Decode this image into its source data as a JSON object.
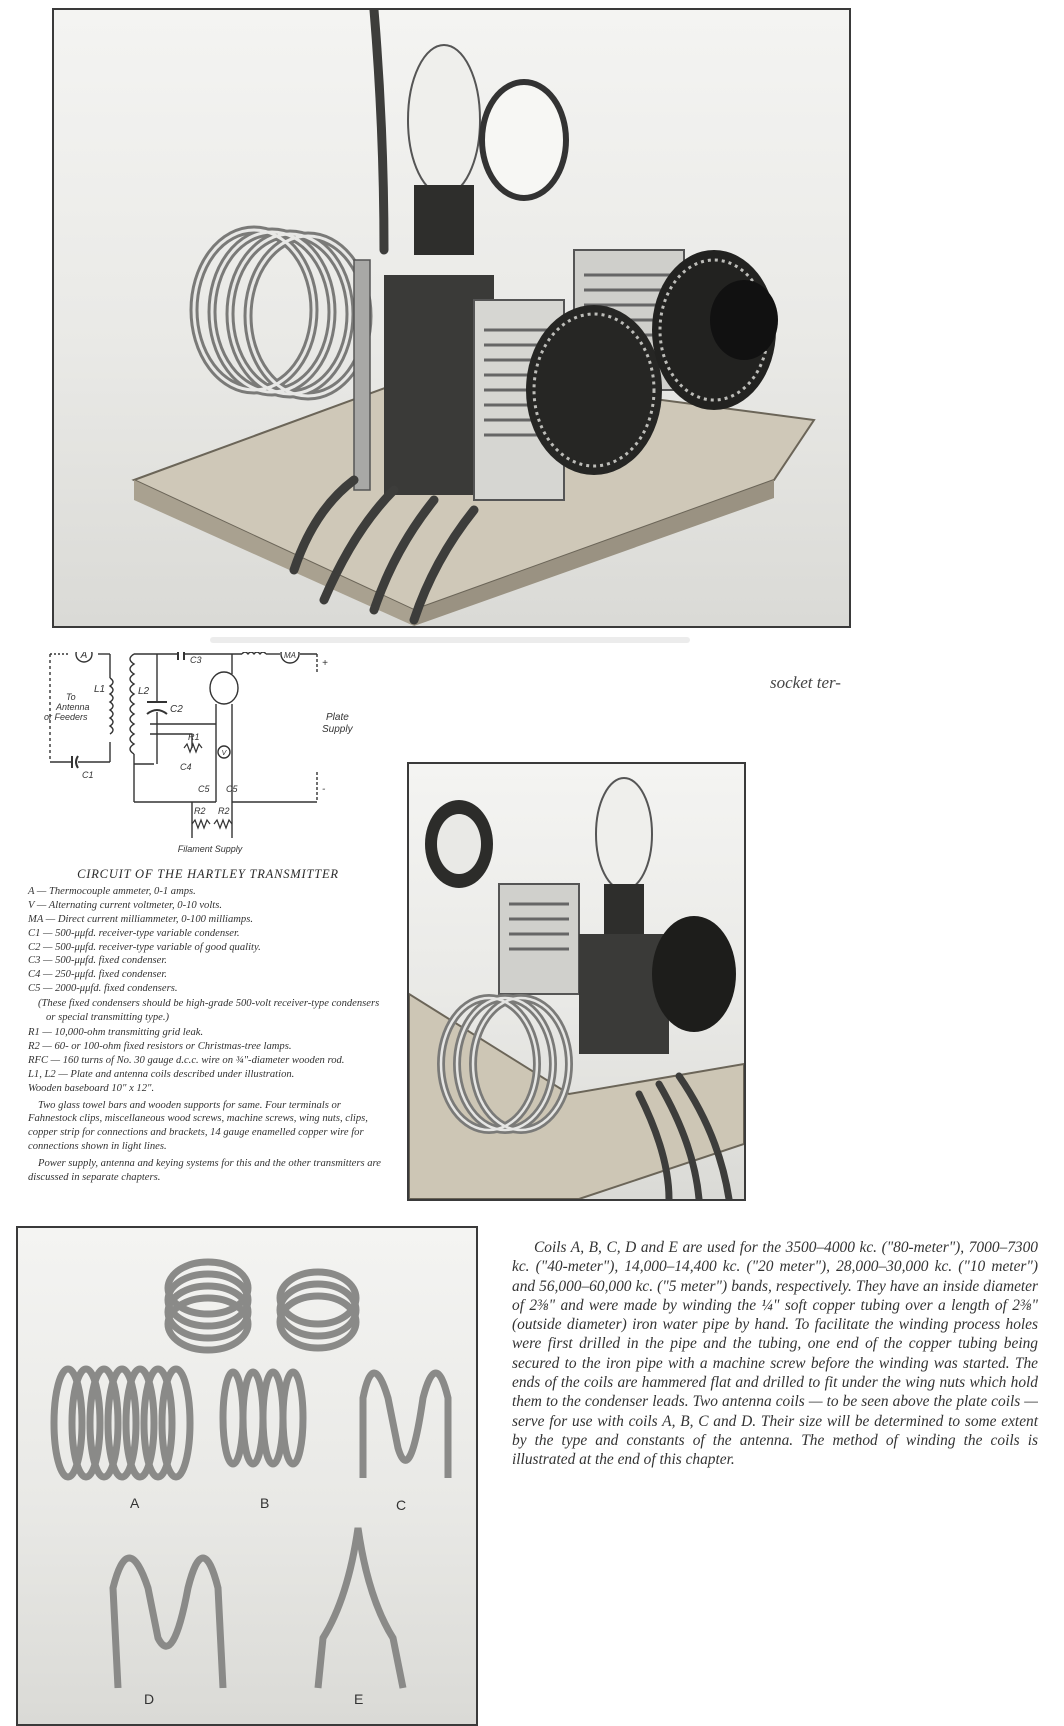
{
  "figures": {
    "top_photo": {
      "subject": "hartley-transmitter-photo"
    },
    "right_photo": {
      "subject": "transmitter-rear-view-photo"
    },
    "coils_photo": {
      "subject": "plate-coils-photo",
      "coil_labels": [
        "A",
        "B",
        "C",
        "D",
        "E"
      ]
    }
  },
  "fragment_text": "socket ter-",
  "schematic": {
    "labels": {
      "ammeter": "A",
      "milliammeter": "MA",
      "voltmeter": "V",
      "c3": "C3",
      "l1": "L1",
      "l2": "L2",
      "c2": "C2",
      "r1": "R1",
      "c4": "C4",
      "c5a": "C5",
      "c5b": "C5",
      "r2a": "R2",
      "r2b": "R2",
      "c1": "C1",
      "plus": "+",
      "minus": "-",
      "antenna_line1": "To",
      "antenna_line2": "Antenna",
      "antenna_line3": "or Feeders",
      "plate_line1": "Plate",
      "plate_line2": "Supply",
      "filament": "Filament Supply"
    }
  },
  "parts_list": {
    "title": "CIRCUIT OF THE HARTLEY TRANSMITTER",
    "items": [
      "A — Thermocouple ammeter, 0-1 amps.",
      "V — Alternating current voltmeter, 0-10 volts.",
      "MA — Direct current milliammeter, 0-100 milliamps.",
      "C1 — 500-μμfd. receiver-type variable condenser.",
      "C2 — 500-μμfd. receiver-type variable of good quality.",
      "C3 — 500-μμfd. fixed condenser.",
      "C4 — 250-μμfd. fixed condenser.",
      "C5 — 2000-μμfd. fixed condensers."
    ],
    "note": "(These fixed condensers should be high-grade 500-volt receiver-type condensers or special transmitting type.)",
    "items2": [
      "R1 — 10,000-ohm transmitting grid leak.",
      "R2 — 60- or 100-ohm fixed resistors or Christmas-tree lamps.",
      "RFC — 160 turns of No. 30 gauge d.c.c. wire on ¾\"-diameter wooden rod.",
      "L1, L2 — Plate and antenna coils described under illustration.",
      "Wooden baseboard 10\" x 12\"."
    ],
    "para1": "Two glass towel bars and wooden supports for same. Four terminals or Fahnestock clips, miscellaneous wood screws, machine screws, wing nuts, clips, copper strip for connections and brackets, 14 gauge enamelled copper wire for connections shown in light lines.",
    "para2": "Power supply, antenna and keying systems for this and the other transmitters are discussed in separate chapters."
  },
  "coil_description": "Coils A, B, C, D and E are used for the 3500–4000 kc. (\"80-meter\"), 7000–7300 kc. (\"40-meter\"), 14,000–14,400 kc. (\"20 meter\"), 28,000–30,000 kc. (\"10 meter\") and 56,000–60,000 kc. (\"5 meter\") bands, respectively. They have an inside diameter of 2⅜\" and were made by winding the ¼\" soft copper tubing over a length of 2⅜\" (outside diameter) iron water pipe by hand. To facilitate the winding process holes were first drilled in the pipe and the tubing, one end of the copper tubing being secured to the iron pipe with a machine screw before the winding was started. The ends of the coils are hammered flat and drilled to fit under the wing nuts which hold them to the condenser leads. Two antenna coils — to be seen above the plate coils — serve for use with coils A, B, C and D. Their size will be determined to some extent by the type and constants of the antenna. The method of winding the coils is illustrated at the end of this chapter."
}
